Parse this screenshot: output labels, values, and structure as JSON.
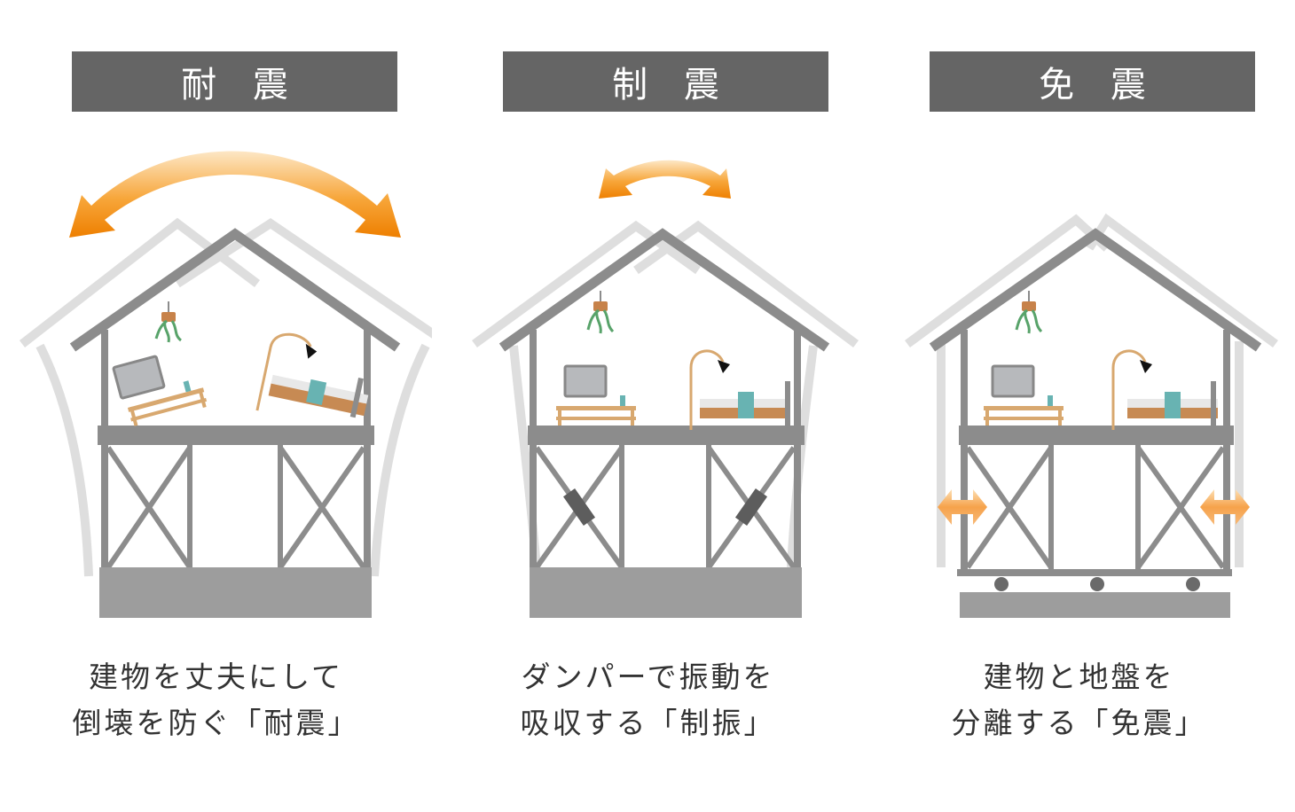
{
  "colors": {
    "title_bg": "#656565",
    "title_text": "#ffffff",
    "structure": "#8c8c8c",
    "ghost": "#dddddd",
    "arrow_orange": "#f08a10",
    "arrow_light": "#fbc47d",
    "wood": "#d8a86f",
    "accent_teal": "#68b3b2",
    "plant_green": "#58a36a"
  },
  "panels": [
    {
      "title": "耐 震",
      "caption_line1": "建物を丈夫にして",
      "caption_line2": "倒壊を防ぐ「耐震」",
      "indicator": "large-sway-arrow",
      "bracing": "cross-brace"
    },
    {
      "title": "制 震",
      "caption_line1": "ダンパーで振動を",
      "caption_line2": "吸収する「制振」",
      "indicator": "small-sway-arrow",
      "bracing": "damper-brace"
    },
    {
      "title": "免 震",
      "caption_line1": "建物と地盤を",
      "caption_line2": "分離する「免震」",
      "indicator": "side-arrows",
      "bracing": "isolator-rollers"
    }
  ]
}
